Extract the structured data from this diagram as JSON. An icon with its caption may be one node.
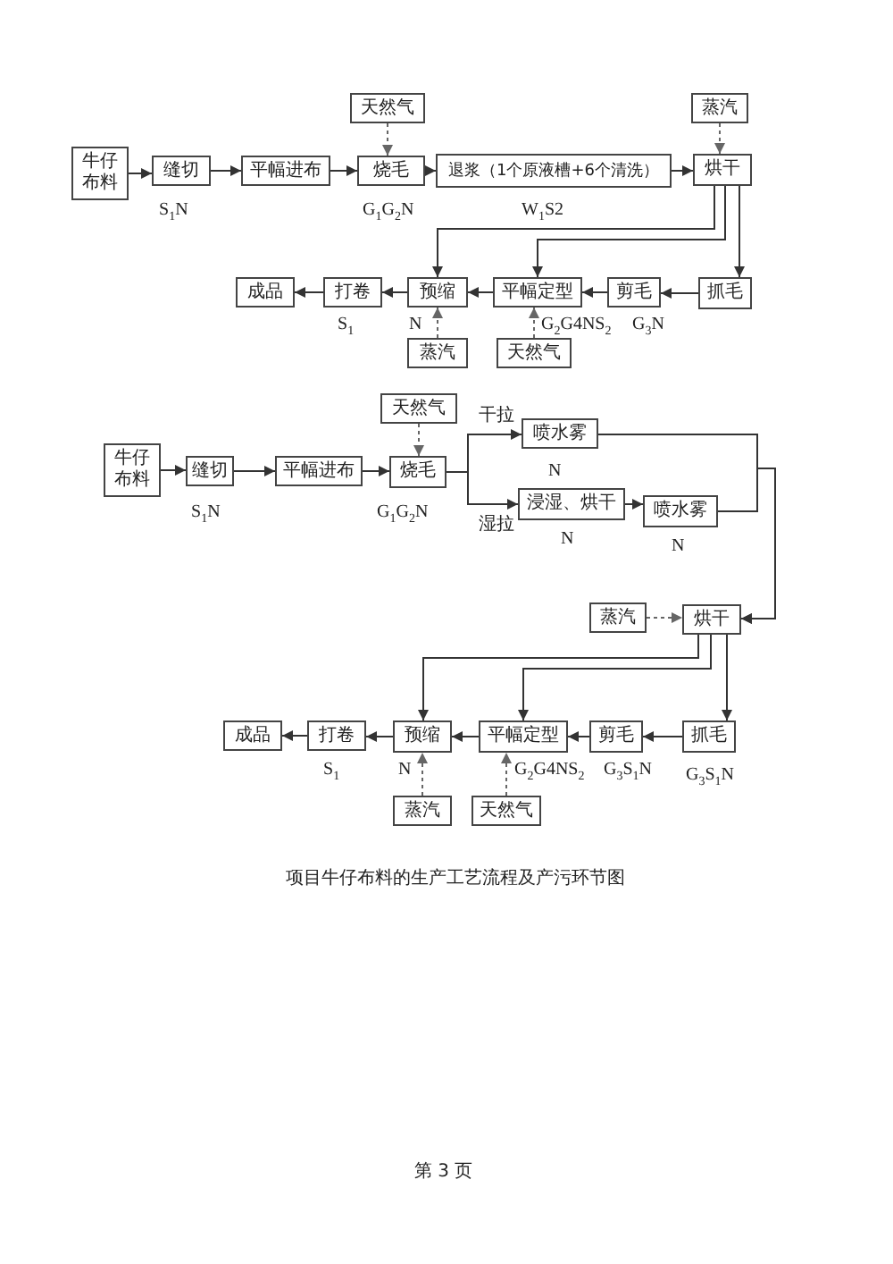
{
  "diagram": {
    "caption": "项目牛仔布料的生产工艺流程及产污环节图",
    "nodes": [
      {
        "text": [
          "牛仔布料"
        ]
      },
      {
        "text": [
          "缝切"
        ],
        "beside": [
          "S$_{1}$N"
        ]
      },
      {
        "text": [
          "平幅进布"
        ]
      },
      {
        "text": [
          "烧毛"
        ],
        "beside": [
          "G$_{1}$G$_{2}$N"
        ]
      },
      {
        "text": [
          "天然气"
        ]
      },
      {
        "text": [
          "退浆（1个原液槽+6个清洗）"
        ],
        "beside": [
          "W$_{1}$S2"
        ]
      },
      {
        "text": [
          "蒸汽"
        ]
      },
      {
        "text": [
          "烘干"
        ]
      },
      {
        "text": [
          "成品"
        ]
      },
      {
        "text": [
          "打卷"
        ],
        "beside": [
          "S$_{1}$"
        ]
      },
      {
        "text": [
          "预缩"
        ],
        "beside": [
          "N"
        ]
      },
      {
        "text": [
          "平幅定型"
        ],
        "beside": [
          "G$_{2}$G4NS$_{2}$"
        ]
      },
      {
        "text": [
          "剪毛"
        ],
        "beside": [
          "G$_{3}$N"
        ]
      },
      {
        "text": [
          "抓毛"
        ]
      },
      {
        "text": [
          "蒸汽"
        ]
      },
      {
        "text": [
          "天然气"
        ]
      },
      {
        "text": [
          "牛仔布料"
        ]
      },
      {
        "text": [
          "缝切"
        ],
        "beside": [
          "S$_{1}$N"
        ]
      },
      {
        "text": [
          "平幅进布"
        ]
      },
      {
        "text": [
          "烧毛"
        ],
        "beside": [
          "G$_{1}$G$_{2}$N"
        ]
      },
      {
        "text": [
          "天然气"
        ]
      },
      {
        "text": [
          "喷水雾"
        ],
        "beside": [
          "N"
        ]
      },
      {
        "text": [
          "浸湿、烘干"
        ],
        "beside": [
          "N"
        ]
      },
      {
        "text": [
          "喷水雾"
        ],
        "beside": [
          "N"
        ]
      },
      {
        "text": [
          "蒸汽"
        ]
      },
      {
        "text": [
          "烘干"
        ]
      },
      {
        "text": [
          "成品"
        ]
      },
      {
        "text": [
          "打卷"
        ],
        "beside": [
          "S$_{1}$"
        ]
      },
      {
        "text": [
          "预缩"
        ],
        "beside": [
          "N"
        ]
      },
      {
        "text": [
          "平幅定型"
        ],
        "beside": [
          "G$_{2}$G4NS$_{2}$"
        ]
      },
      {
        "text": [
          "剪毛"
        ],
        "beside": [
          "G$_{3}$S$_{1}$N"
        ]
      },
      {
        "text": [
          "抓毛"
        ],
        "beside": [
          "G$_{3}$S$_{1}$N"
        ]
      },
      {
        "text": [
          "蒸汽"
        ]
      },
      {
        "text": [
          "天然气"
        ]
      }
    ],
    "edges": [
      {
        "from": 0,
        "to": 1,
        "arrow": "to"
      },
      {
        "from": 1,
        "to": 2,
        "arrow": "to"
      },
      {
        "from": 2,
        "to": 3,
        "arrow": "to"
      },
      {
        "from": 4,
        "to": 3,
        "arrow": "to",
        "style": "dashed"
      },
      {
        "from": 3,
        "to": 5,
        "arrow": "to"
      },
      {
        "from": 5,
        "to": 7,
        "arrow": "to"
      },
      {
        "from": 6,
        "to": 7,
        "arrow": "to",
        "style": "dashed"
      },
      {
        "from": 7,
        "to": 10,
        "arrow": "to"
      },
      {
        "from": 7,
        "to": 11,
        "arrow": "to"
      },
      {
        "from": 7,
        "to": 13,
        "arrow": "to"
      },
      {
        "from": 13,
        "to": 12,
        "arrow": "to"
      },
      {
        "from": 12,
        "to": 11,
        "arrow": "to"
      },
      {
        "from": 11,
        "to": 10,
        "arrow": "to"
      },
      {
        "from": 10,
        "to": 9,
        "arrow": "to"
      },
      {
        "from": 9,
        "to": 8,
        "arrow": "to"
      },
      {
        "from": 14,
        "to": 10,
        "arrow": "to",
        "style": "dashed"
      },
      {
        "from": 15,
        "to": 11,
        "arrow": "to",
        "style": "dashed"
      },
      {
        "from": 16,
        "to": 17,
        "arrow": "to"
      },
      {
        "from": 17,
        "to": 18,
        "arrow": "to"
      },
      {
        "from": 18,
        "to": 19,
        "arrow": "to"
      },
      {
        "from": 20,
        "to": 19,
        "arrow": "to",
        "style": "dashed"
      },
      {
        "from": 19,
        "to": 21,
        "arrow": "to",
        "label": "干拉"
      },
      {
        "from": 19,
        "to": 22,
        "arrow": "to",
        "label": "湿拉"
      },
      {
        "from": 22,
        "to": 23,
        "arrow": "to"
      },
      {
        "from": 21,
        "to": 25,
        "arrow": "to"
      },
      {
        "from": 23,
        "to": 25,
        "arrow": "to"
      },
      {
        "from": 24,
        "to": 25,
        "arrow": "to",
        "style": "dashed"
      },
      {
        "from": 25,
        "to": 28,
        "arrow": "to"
      },
      {
        "from": 25,
        "to": 29,
        "arrow": "to"
      },
      {
        "from": 25,
        "to": 31,
        "arrow": "to"
      },
      {
        "from": 31,
        "to": 30,
        "arrow": "to"
      },
      {
        "from": 30,
        "to": 29,
        "arrow": "to"
      },
      {
        "from": 29,
        "to": 28,
        "arrow": "to"
      },
      {
        "from": 28,
        "to": 27,
        "arrow": "to"
      },
      {
        "from": 27,
        "to": 26,
        "arrow": "to"
      },
      {
        "from": 32,
        "to": 28,
        "arrow": "to",
        "style": "dashed"
      },
      {
        "from": 33,
        "to": 29,
        "arrow": "to",
        "style": "dashed"
      }
    ],
    "labels": [
      "第 3 页"
    ]
  }
}
